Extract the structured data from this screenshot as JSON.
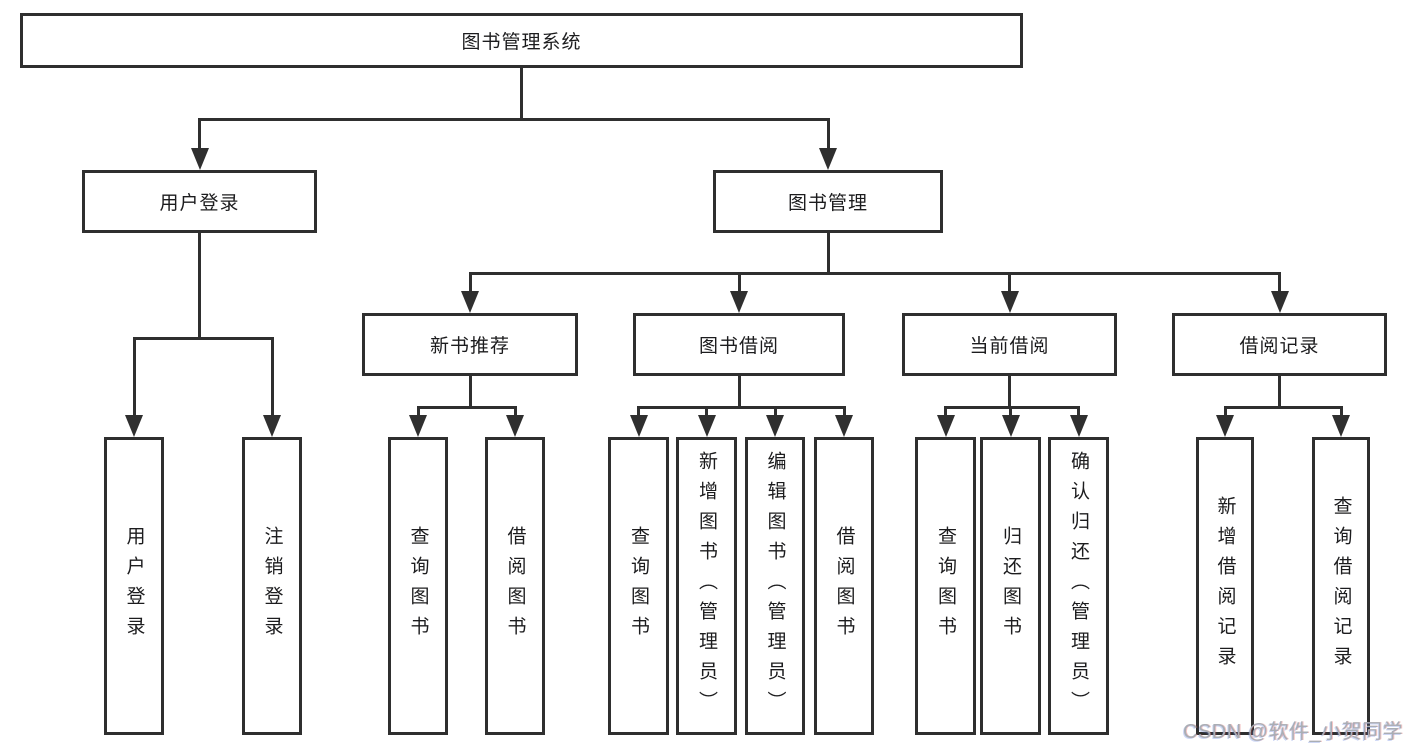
{
  "diagram": {
    "type": "hierarchy-tree",
    "colors": {
      "background": "#ffffff",
      "line": "#2f2f2f",
      "text": "#1c1c1e",
      "watermark": "#a9aeb5"
    },
    "tree": {
      "label": "图书管理系统",
      "children": [
        {
          "label": "用户登录",
          "children": [
            {
              "label": "用户登录"
            },
            {
              "label": "注销登录"
            }
          ]
        },
        {
          "label": "图书管理",
          "children": [
            {
              "label": "新书推荐",
              "children": [
                {
                  "label": "查询图书"
                },
                {
                  "label": "借阅图书"
                }
              ]
            },
            {
              "label": "图书借阅",
              "children": [
                {
                  "label": "查询图书"
                },
                {
                  "label": "新增图书（管理员）"
                },
                {
                  "label": "编辑图书（管理员）"
                },
                {
                  "label": "借阅图书"
                }
              ]
            },
            {
              "label": "当前借阅",
              "children": [
                {
                  "label": "查询图书"
                },
                {
                  "label": "归还图书"
                },
                {
                  "label": "确认归还（管理员）"
                }
              ]
            },
            {
              "label": "借阅记录",
              "children": [
                {
                  "label": "新增借阅记录"
                },
                {
                  "label": "查询借阅记录"
                }
              ]
            }
          ]
        }
      ]
    },
    "watermark": {
      "text": "CSDN @软件_小贺同学"
    }
  }
}
